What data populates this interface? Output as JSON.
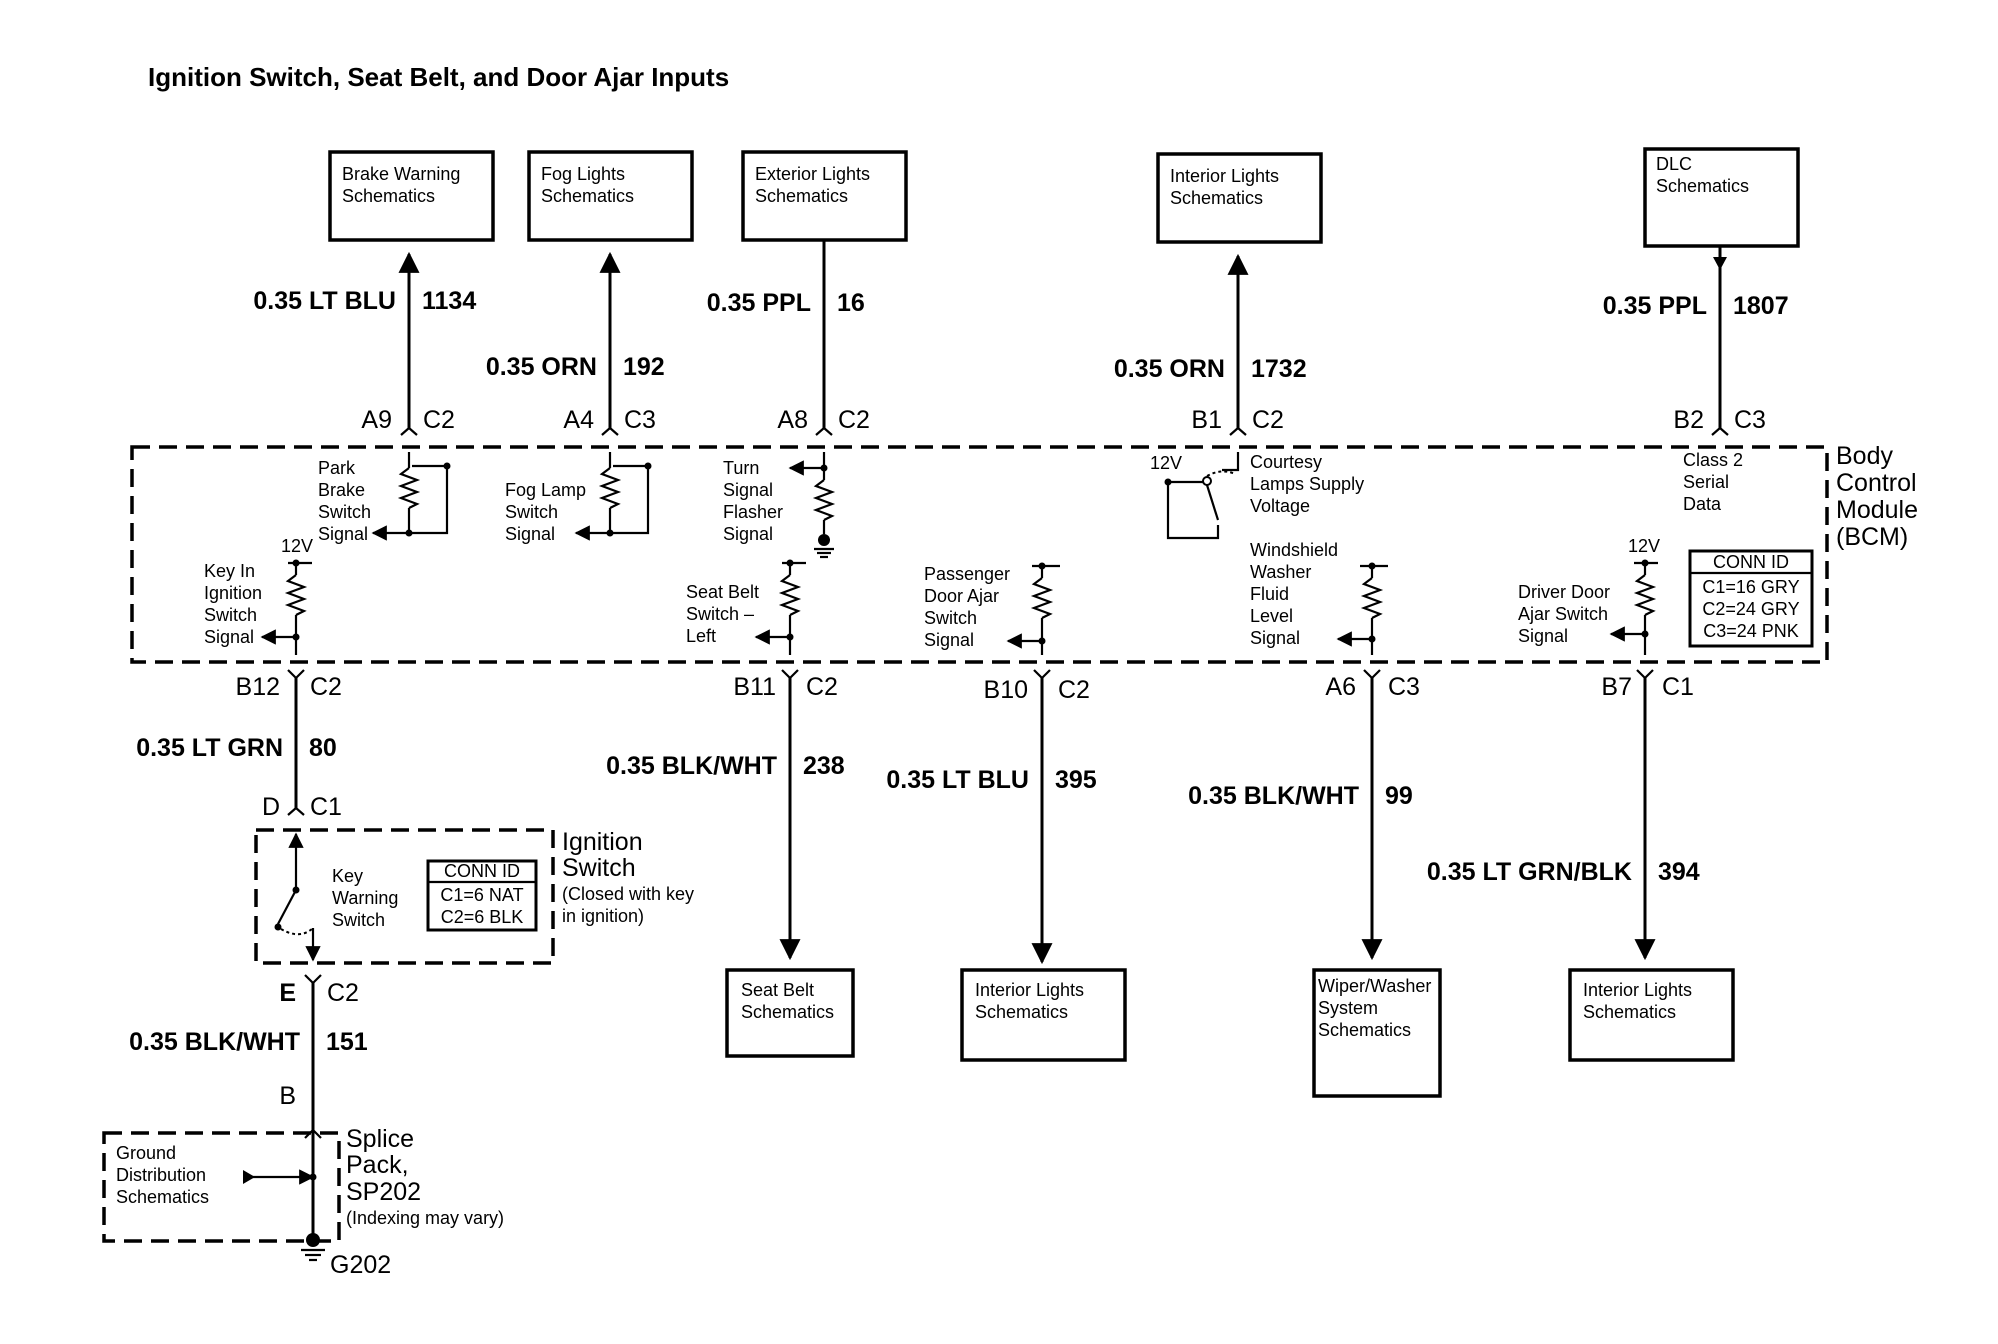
{
  "title": "Ignition Switch, Seat Belt, and Door Ajar Inputs",
  "top_boxes": [
    {
      "line1": "Brake Warning",
      "line2": "Schematics"
    },
    {
      "line1": "Fog Lights",
      "line2": "Schematics"
    },
    {
      "line1": "Exterior Lights",
      "line2": "Schematics"
    },
    {
      "line1": "Interior Lights",
      "line2": "Schematics"
    },
    {
      "line1": "DLC",
      "line2": "Schematics"
    }
  ],
  "top_wires": [
    {
      "gauge_color": "0.35 LT BLU",
      "circuit": "1134",
      "pin": "A9",
      "connector": "C2"
    },
    {
      "gauge_color": "0.35 ORN",
      "circuit": "192",
      "pin": "A4",
      "connector": "C3"
    },
    {
      "gauge_color": "0.35 PPL",
      "circuit": "16",
      "pin": "A8",
      "connector": "C2"
    },
    {
      "gauge_color": "0.35 ORN",
      "circuit": "1732",
      "pin": "B1",
      "connector": "C2"
    },
    {
      "gauge_color": "0.35 PPL",
      "circuit": "1807",
      "pin": "B2",
      "connector": "C3"
    }
  ],
  "bcm": {
    "name1": "Body",
    "name2": "Control",
    "name3": "Module",
    "name4": "(BCM)",
    "conn_title": "CONN ID",
    "conn1": "C1=16 GRY",
    "conn2": "C2=24 GRY",
    "conn3": "C3=24 PNK",
    "v12": "12V"
  },
  "bcm_signals": {
    "park_brake": [
      "Park",
      "Brake",
      "Switch",
      "Signal"
    ],
    "fog_lamp": [
      "Fog Lamp",
      "Switch",
      "Signal"
    ],
    "turn_signal": [
      "Turn",
      "Signal",
      "Flasher",
      "Signal"
    ],
    "courtesy": [
      "Courtesy",
      "Lamps Supply",
      "Voltage"
    ],
    "class2": [
      "Class 2",
      "Serial",
      "Data"
    ],
    "key_in": [
      "Key In",
      "Ignition",
      "Switch",
      "Signal"
    ],
    "seat_belt": [
      "Seat Belt",
      "Switch –",
      "Left"
    ],
    "passenger_door": [
      "Passenger",
      "Door Ajar",
      "Switch",
      "Signal"
    ],
    "washer": [
      "Windshield",
      "Washer",
      "Fluid",
      "Level",
      "Signal"
    ],
    "driver_door": [
      "Driver Door",
      "Ajar Switch",
      "Signal"
    ]
  },
  "bottom_wires": [
    {
      "pin": "B12",
      "connector": "C2",
      "gauge_color": "0.35 LT GRN",
      "circuit": "80"
    },
    {
      "pin": "B11",
      "connector": "C2",
      "gauge_color": "0.35 BLK/WHT",
      "circuit": "238"
    },
    {
      "pin": "B10",
      "connector": "C2",
      "gauge_color": "0.35 LT BLU",
      "circuit": "395"
    },
    {
      "pin": "A6",
      "connector": "C3",
      "gauge_color": "0.35 BLK/WHT",
      "circuit": "99"
    },
    {
      "pin": "B7",
      "connector": "C1",
      "gauge_color": "0.35 LT GRN/BLK",
      "circuit": "394"
    }
  ],
  "bottom_boxes": [
    {
      "lines": [
        "Seat Belt",
        "Schematics"
      ]
    },
    {
      "lines": [
        "Interior Lights",
        "Schematics"
      ]
    },
    {
      "lines": [
        "Wiper/Washer",
        "System",
        "Schematics"
      ]
    },
    {
      "lines": [
        "Interior Lights",
        "Schematics"
      ]
    }
  ],
  "ignition": {
    "pin_d": "D",
    "conn_d": "C1",
    "name1": "Ignition",
    "name2": "Switch",
    "note1": "(Closed with key",
    "note2": "in ignition)",
    "switch_lines": [
      "Key",
      "Warning",
      "Switch"
    ],
    "conn_title": "CONN ID",
    "conn1": "C1=6 NAT",
    "conn2": "C2=6 BLK",
    "pin_e": "E",
    "conn_e": "C2",
    "wire_gauge": "0.35 BLK/WHT",
    "wire_circuit": "151"
  },
  "splice": {
    "pin_b": "B",
    "name1": "Splice",
    "name2": "Pack,",
    "name3": "SP202",
    "note": "(Indexing may vary)",
    "ground_lines": [
      "Ground",
      "Distribution",
      "Schematics"
    ],
    "ground_id": "G202"
  }
}
